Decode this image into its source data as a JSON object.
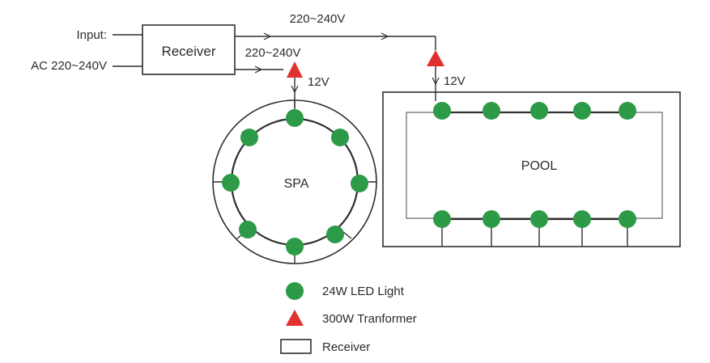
{
  "labels": {
    "input": "Input:",
    "ac": "AC 220~240V",
    "receiver": "Receiver",
    "voltage_top": "220~240V",
    "voltage_mid": "220~240V",
    "spa_12v": "12V",
    "pool_12v": "12V",
    "spa": "SPA",
    "pool": "POOL"
  },
  "legend": {
    "led": "24W LED Light",
    "transformer": "300W Tranformer",
    "receiver": "Receiver"
  },
  "colors": {
    "led": "#2d9a47",
    "transformer": "#e0312f",
    "line": "#2f2f2f"
  }
}
